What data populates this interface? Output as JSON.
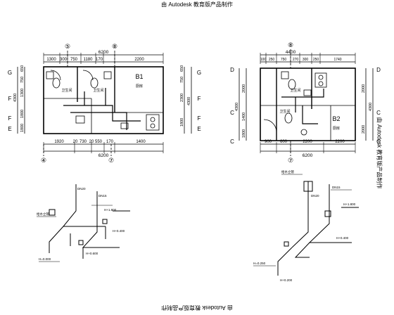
{
  "watermark": "由 Autodesk 教育版产品制作",
  "plan1": {
    "room_label": "B1",
    "room_sub": "厨房",
    "bath_label_1": "卫生间",
    "bath_label_2": "卫生间",
    "top_total": "6200",
    "top_dims": [
      "1300",
      "300",
      "750",
      "1180",
      "170",
      "2200"
    ],
    "bottom_total": "6200",
    "bottom_dims": [
      "1920",
      "20",
      "730",
      "20",
      "550",
      "170",
      "1400"
    ],
    "left_dims": [
      "650",
      "750",
      "1300",
      "1800",
      "1800"
    ],
    "left_total": "4300",
    "right_dims": [
      "650",
      "750",
      "2300",
      "1800"
    ],
    "right_total": "4300",
    "axes_top": [
      "⑤",
      "⑧"
    ],
    "axes_bottom": [
      "④",
      "⑦"
    ],
    "axes_left": [
      "G",
      "F",
      "F",
      "E"
    ],
    "axes_right": [
      "G",
      "F",
      "F",
      "E"
    ]
  },
  "plan2": {
    "room_label": "B2",
    "room_sub": "厨房",
    "bath_label_1": "卫生间",
    "bath_label_2": "卫生间",
    "top_total": "4400",
    "top_dims": [
      "100",
      "250",
      "750",
      "270",
      "300",
      "250",
      "1740"
    ],
    "bottom_total": "6200",
    "bottom_dims": [
      "900",
      "600",
      "2200",
      "2200"
    ],
    "left_dims": [
      "2000",
      "4300",
      "1400",
      "1800"
    ],
    "right_dims": [
      "2000",
      "4300",
      "2000"
    ],
    "axes_top": [
      "⑧"
    ],
    "axes_bottom": [
      "⑦"
    ],
    "axes_left": [
      "D",
      "C",
      "C"
    ],
    "axes_right": [
      "D",
      "C",
      "C"
    ]
  },
  "iso1": {
    "tags": [
      "给水立管",
      "DN20",
      "DN15",
      "H+1.800",
      "H+0.400",
      "H+0.600",
      "H=0.000"
    ]
  },
  "iso2": {
    "tags": [
      "给水立管",
      "DN20",
      "DN15",
      "H+1.800",
      "H+0.400",
      "H=0.250",
      "H+0.200"
    ]
  }
}
